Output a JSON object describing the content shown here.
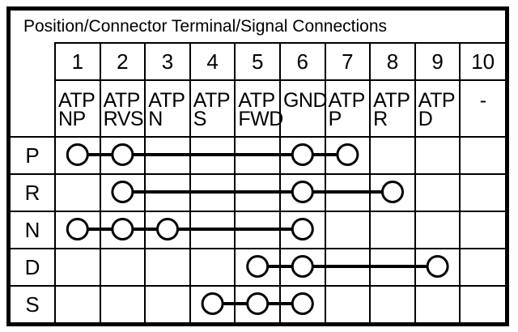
{
  "title": "Position/Connector Terminal/Signal Connections",
  "colors": {
    "ink": "#000000",
    "paper": "#ffffff"
  },
  "table": {
    "terminal_numbers": [
      "1",
      "2",
      "3",
      "4",
      "5",
      "6",
      "7",
      "8",
      "9",
      "10"
    ],
    "signal_names": [
      {
        "lines": [
          "ATP",
          "NP"
        ]
      },
      {
        "lines": [
          "ATP",
          "RVS"
        ]
      },
      {
        "lines": [
          "ATP",
          "N"
        ]
      },
      {
        "lines": [
          "ATP",
          "S"
        ]
      },
      {
        "lines": [
          "ATP",
          "FWD"
        ]
      },
      {
        "lines": [
          "GND"
        ]
      },
      {
        "lines": [
          "ATP",
          "P"
        ]
      },
      {
        "lines": [
          "ATP",
          "R"
        ]
      },
      {
        "lines": [
          "ATP",
          "D"
        ]
      },
      {
        "lines": [
          "-"
        ],
        "align": "center"
      }
    ],
    "rows": [
      {
        "position": "P",
        "connected_terminals": [
          1,
          2,
          6,
          7
        ]
      },
      {
        "position": "R",
        "connected_terminals": [
          2,
          6,
          8
        ]
      },
      {
        "position": "N",
        "connected_terminals": [
          1,
          2,
          3,
          6
        ]
      },
      {
        "position": "D",
        "connected_terminals": [
          5,
          6,
          9
        ]
      },
      {
        "position": "S",
        "connected_terminals": [
          4,
          5,
          6
        ]
      }
    ]
  }
}
